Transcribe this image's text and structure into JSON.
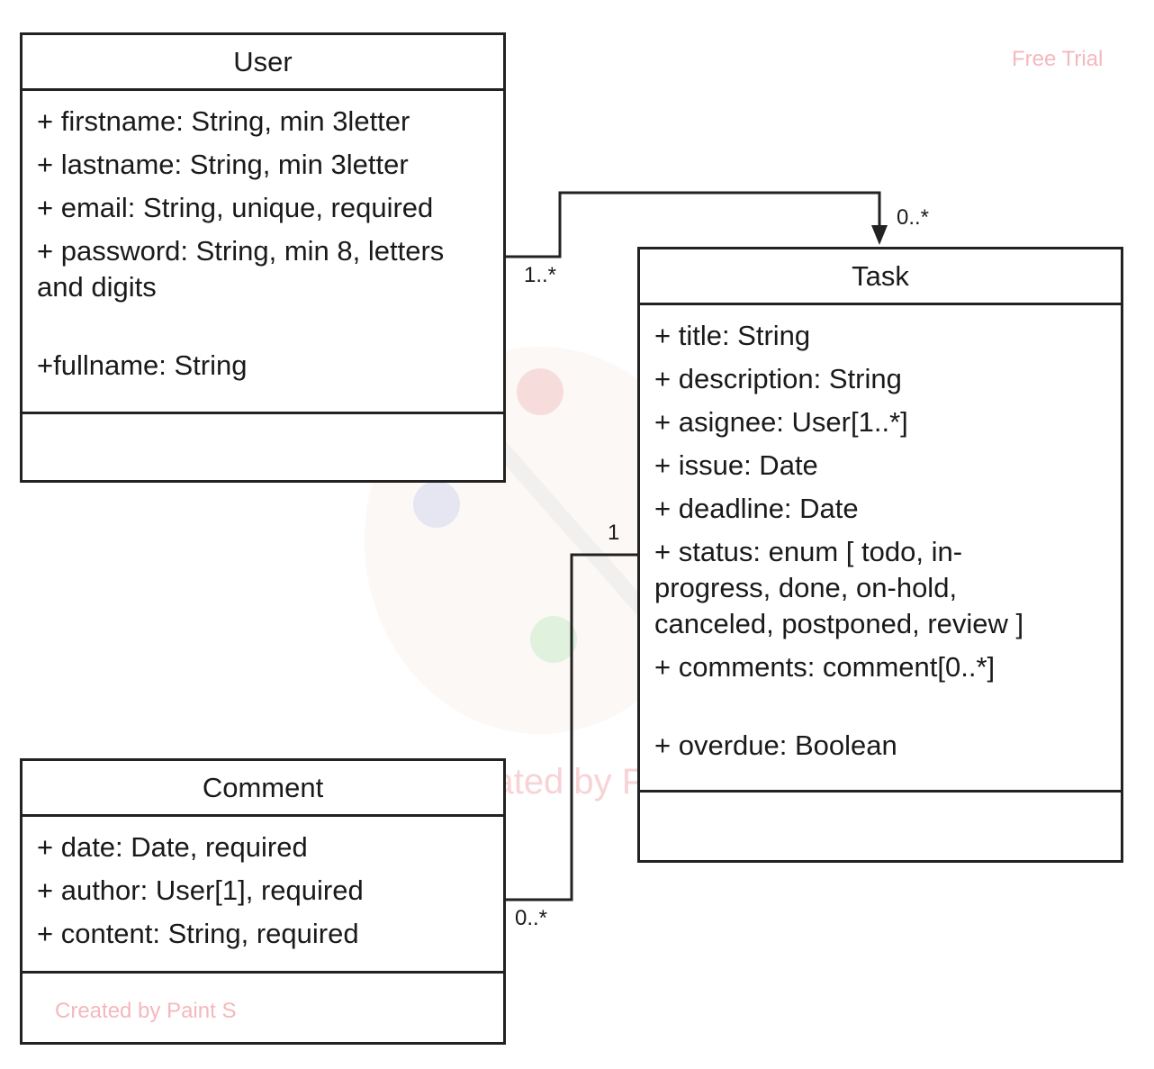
{
  "watermarks": {
    "top_right": "Free Trial",
    "center": "Created by Paint S",
    "comment_box": "Created by Paint S"
  },
  "classes": {
    "user": {
      "name": "User",
      "attributes": [
        "+ firstname: String, min 3letter",
        "+ lastname: String, min 3letter",
        "+ email: String, unique, required",
        "+ password: String, min 8, letters and digits",
        "+fullname: String"
      ]
    },
    "task": {
      "name": "Task",
      "attributes": [
        "+ title: String",
        "+ description: String",
        "+ asignee: User[1..*]",
        "+ issue: Date",
        "+ deadline: Date",
        "+ status: enum [ todo, in-progress, done, on-hold, canceled, postponed, review ]",
        "+ comments: comment[0..*]",
        "+ overdue: Boolean"
      ]
    },
    "comment": {
      "name": "Comment",
      "attributes": [
        "+ date: Date, required",
        "+ author: User[1], required",
        "+ content: String, required"
      ]
    }
  },
  "associations": {
    "user_task": {
      "source_multiplicity": "1..*",
      "target_multiplicity": "0..*"
    },
    "task_comment": {
      "task_multiplicity": "1",
      "comment_multiplicity": "0..*"
    }
  }
}
